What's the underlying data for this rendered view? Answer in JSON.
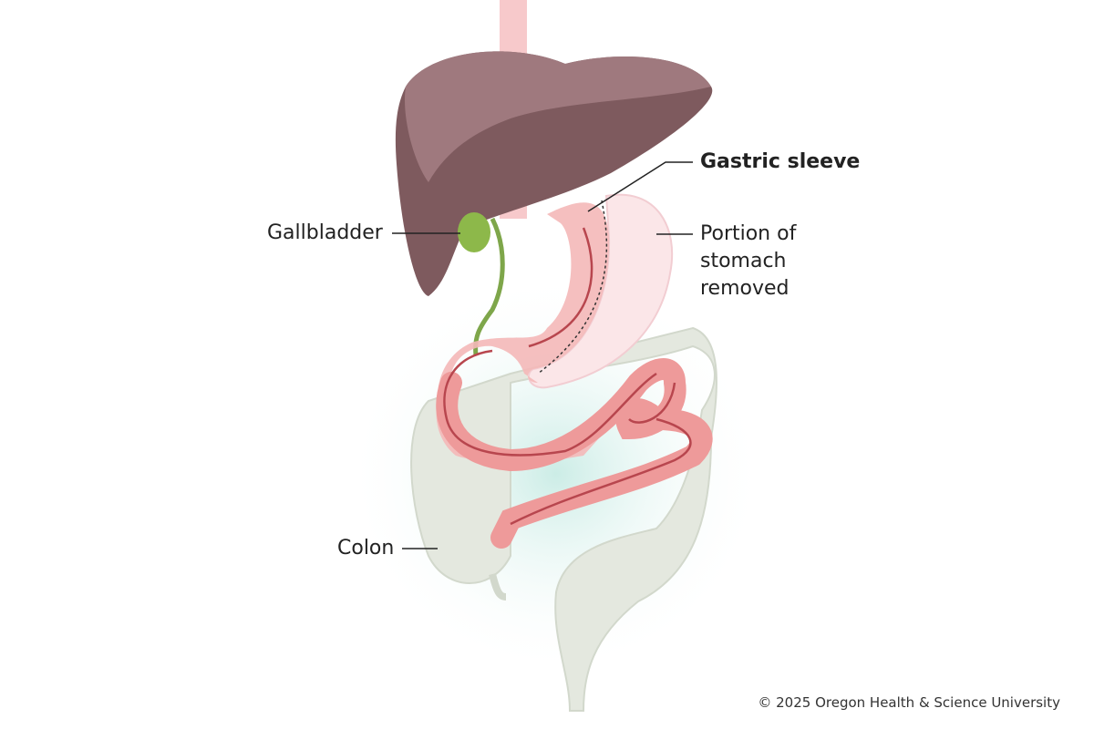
{
  "labels": {
    "gastric_sleeve": "Gastric sleeve",
    "gallbladder": "Gallbladder",
    "removed_line1": "Portion of",
    "removed_line2": "stomach",
    "removed_line3": "removed",
    "colon": "Colon"
  },
  "copyright": "© 2025 Oregon Health & Science University",
  "colors": {
    "liver": "#7e5a5e",
    "liver_light": "#a47f84",
    "gallbladder": "#8db84a",
    "sleeve": "#f4b8b8",
    "intestine": "#ee9a9a",
    "arrow": "#b8464e",
    "removed": "#fbe6e8",
    "colon": "#e4e8df"
  }
}
